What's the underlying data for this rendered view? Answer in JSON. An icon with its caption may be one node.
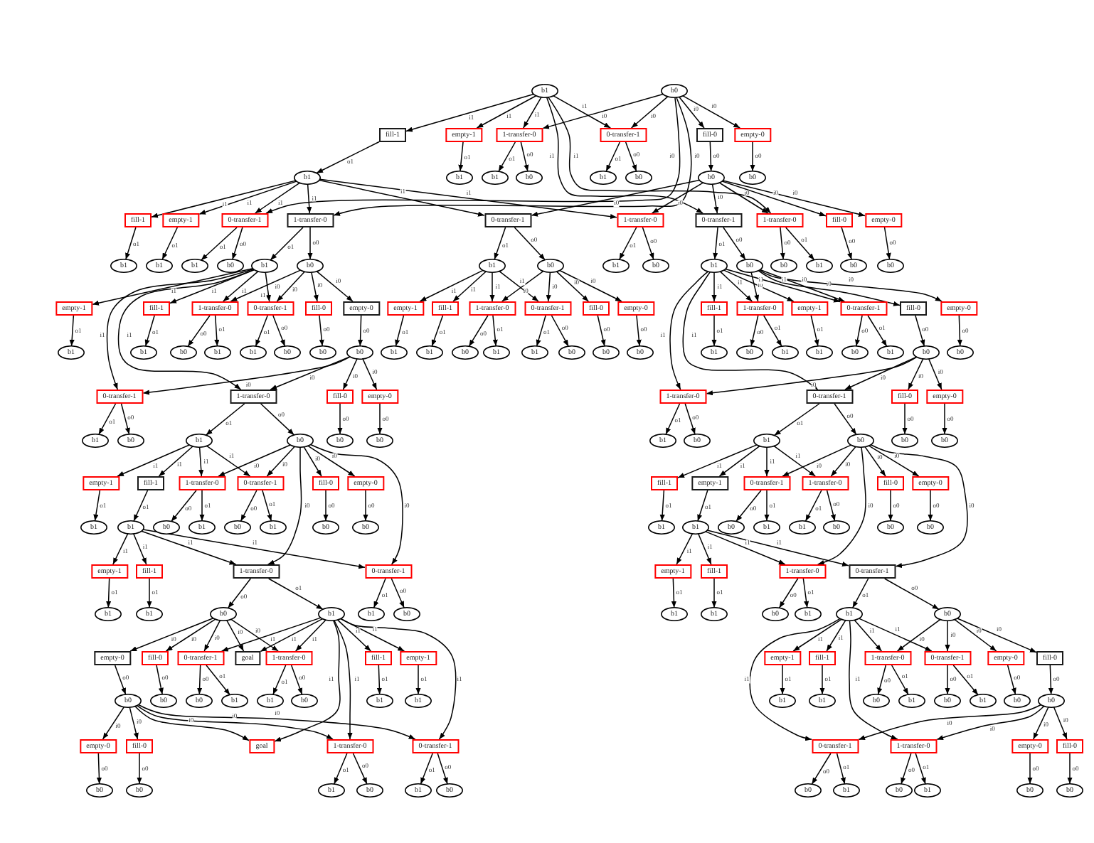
{
  "diagram": {
    "nodes": [
      {
        "text": [
          "b1"
        ]
      },
      {
        "text": [
          "b0"
        ]
      },
      {
        "text": [
          "fill-1"
        ]
      },
      {
        "text": [
          "empty-1"
        ]
      },
      {
        "text": [
          "1-transfer-0"
        ]
      },
      {
        "text": [
          "0-transfer-1"
        ]
      },
      {
        "text": [
          "fill-0"
        ]
      },
      {
        "text": [
          "empty-0"
        ]
      },
      {
        "text": [
          "b1"
        ]
      },
      {
        "text": [
          "b1"
        ]
      },
      {
        "text": [
          "b1"
        ]
      },
      {
        "text": [
          "b0"
        ]
      },
      {
        "text": [
          "b1"
        ]
      },
      {
        "text": [
          "b0"
        ]
      },
      {
        "text": [
          "b0"
        ]
      },
      {
        "text": [
          "b0"
        ]
      },
      {
        "text": [
          "fill-1"
        ]
      },
      {
        "text": [
          "empty-1"
        ]
      },
      {
        "text": [
          "0-transfer-1"
        ]
      },
      {
        "text": [
          "1-transfer-0"
        ]
      },
      {
        "text": [
          "0-transfer-1"
        ]
      },
      {
        "text": [
          "1-transfer-0"
        ]
      },
      {
        "text": [
          "0-transfer-1"
        ]
      },
      {
        "text": [
          "1-transfer-0"
        ]
      },
      {
        "text": [
          "fill-0"
        ]
      },
      {
        "text": [
          "empty-0"
        ]
      },
      {
        "text": [
          "b1"
        ]
      },
      {
        "text": [
          "b1"
        ]
      },
      {
        "text": [
          "b1"
        ]
      },
      {
        "text": [
          "b0"
        ]
      },
      {
        "text": [
          "b1"
        ]
      },
      {
        "text": [
          "b0"
        ]
      },
      {
        "text": [
          "b1"
        ]
      },
      {
        "text": [
          "b0"
        ]
      },
      {
        "text": [
          "b1"
        ]
      },
      {
        "text": [
          "b0"
        ]
      },
      {
        "text": [
          "b1"
        ]
      },
      {
        "text": [
          "b0"
        ]
      },
      {
        "text": [
          "b0"
        ]
      },
      {
        "text": [
          "b1"
        ]
      },
      {
        "text": [
          "b0"
        ]
      },
      {
        "text": [
          "b0"
        ]
      },
      {
        "text": [
          "empty-1"
        ]
      },
      {
        "text": [
          "fill-1"
        ]
      },
      {
        "text": [
          "1-transfer-0"
        ]
      },
      {
        "text": [
          "0-transfer-1"
        ]
      },
      {
        "text": [
          "fill-0"
        ]
      },
      {
        "text": [
          "empty-0"
        ]
      },
      {
        "text": [
          "empty-1"
        ]
      },
      {
        "text": [
          "fill-1"
        ]
      },
      {
        "text": [
          "1-transfer-0"
        ]
      },
      {
        "text": [
          "0-transfer-1"
        ]
      },
      {
        "text": [
          "fill-0"
        ]
      },
      {
        "text": [
          "empty-0"
        ]
      },
      {
        "text": [
          "fill-1"
        ]
      },
      {
        "text": [
          "1-transfer-0"
        ]
      },
      {
        "text": [
          "empty-1"
        ]
      },
      {
        "text": [
          "0-transfer-1"
        ]
      },
      {
        "text": [
          "fill-0"
        ]
      },
      {
        "text": [
          "empty-0"
        ]
      },
      {
        "text": [
          "b1"
        ]
      },
      {
        "text": [
          "b1"
        ]
      },
      {
        "text": [
          "b0"
        ]
      },
      {
        "text": [
          "b1"
        ]
      },
      {
        "text": [
          "b1"
        ]
      },
      {
        "text": [
          "b0"
        ]
      },
      {
        "text": [
          "b0"
        ]
      },
      {
        "text": [
          "b0"
        ]
      },
      {
        "text": [
          "b1"
        ]
      },
      {
        "text": [
          "b1"
        ]
      },
      {
        "text": [
          "b0"
        ]
      },
      {
        "text": [
          "b1"
        ]
      },
      {
        "text": [
          "b1"
        ]
      },
      {
        "text": [
          "b0"
        ]
      },
      {
        "text": [
          "b0"
        ]
      },
      {
        "text": [
          "b0"
        ]
      },
      {
        "text": [
          "b1"
        ]
      },
      {
        "text": [
          "b0"
        ]
      },
      {
        "text": [
          "b1"
        ]
      },
      {
        "text": [
          "b1"
        ]
      },
      {
        "text": [
          "b0"
        ]
      },
      {
        "text": [
          "b1"
        ]
      },
      {
        "text": [
          "b0"
        ]
      },
      {
        "text": [
          "b0"
        ]
      },
      {
        "text": [
          "0-transfer-1"
        ]
      },
      {
        "text": [
          "1-transfer-0"
        ]
      },
      {
        "text": [
          "fill-0"
        ]
      },
      {
        "text": [
          "empty-0"
        ]
      },
      {
        "text": [
          "1-transfer-0"
        ]
      },
      {
        "text": [
          "0-transfer-1"
        ]
      },
      {
        "text": [
          "fill-0"
        ]
      },
      {
        "text": [
          "empty-0"
        ]
      },
      {
        "text": [
          "b1"
        ]
      },
      {
        "text": [
          "b0"
        ]
      },
      {
        "text": [
          "b1"
        ]
      },
      {
        "text": [
          "b0"
        ]
      },
      {
        "text": [
          "b0"
        ]
      },
      {
        "text": [
          "b0"
        ]
      },
      {
        "text": [
          "b1"
        ]
      },
      {
        "text": [
          "b0"
        ]
      },
      {
        "text": [
          "b1"
        ]
      },
      {
        "text": [
          "b0"
        ]
      },
      {
        "text": [
          "b0"
        ]
      },
      {
        "text": [
          "b0"
        ]
      },
      {
        "text": [
          "empty-1"
        ]
      },
      {
        "text": [
          "fill-1"
        ]
      },
      {
        "text": [
          "1-transfer-0"
        ]
      },
      {
        "text": [
          "0-transfer-1"
        ]
      },
      {
        "text": [
          "fill-0"
        ]
      },
      {
        "text": [
          "empty-0"
        ]
      },
      {
        "text": [
          "fill-1"
        ]
      },
      {
        "text": [
          "empty-1"
        ]
      },
      {
        "text": [
          "0-transfer-1"
        ]
      },
      {
        "text": [
          "1-transfer-0"
        ]
      },
      {
        "text": [
          "fill-0"
        ]
      },
      {
        "text": [
          "empty-0"
        ]
      },
      {
        "text": [
          "b1"
        ]
      },
      {
        "text": [
          "b1"
        ]
      },
      {
        "text": [
          "b0"
        ]
      },
      {
        "text": [
          "b1"
        ]
      },
      {
        "text": [
          "b0"
        ]
      },
      {
        "text": [
          "b1"
        ]
      },
      {
        "text": [
          "b0"
        ]
      },
      {
        "text": [
          "b0"
        ]
      },
      {
        "text": [
          "b1"
        ]
      },
      {
        "text": [
          "b1"
        ]
      },
      {
        "text": [
          "b0"
        ]
      },
      {
        "text": [
          "b1"
        ]
      },
      {
        "text": [
          "b1"
        ]
      },
      {
        "text": [
          "b0"
        ]
      },
      {
        "text": [
          "b0"
        ]
      },
      {
        "text": [
          "b0"
        ]
      },
      {
        "text": [
          "empty-1"
        ]
      },
      {
        "text": [
          "fill-1"
        ]
      },
      {
        "text": [
          "1-transfer-0"
        ]
      },
      {
        "text": [
          "0-transfer-1"
        ]
      },
      {
        "text": [
          "empty-1"
        ]
      },
      {
        "text": [
          "fill-1"
        ]
      },
      {
        "text": [
          "1-transfer-0"
        ]
      },
      {
        "text": [
          "0-transfer-1"
        ]
      },
      {
        "text": [
          "b1"
        ]
      },
      {
        "text": [
          "b1"
        ]
      },
      {
        "text": [
          "b0"
        ]
      },
      {
        "text": [
          "b1"
        ]
      },
      {
        "text": [
          "b1"
        ]
      },
      {
        "text": [
          "b0"
        ]
      },
      {
        "text": [
          "b1"
        ]
      },
      {
        "text": [
          "b1"
        ]
      },
      {
        "text": [
          "b0"
        ]
      },
      {
        "text": [
          "b1"
        ]
      },
      {
        "text": [
          "b1"
        ]
      },
      {
        "text": [
          "b0"
        ]
      },
      {
        "text": [
          "empty-0"
        ]
      },
      {
        "text": [
          "fill-0"
        ]
      },
      {
        "text": [
          "0-transfer-1"
        ]
      },
      {
        "text": [
          "goal"
        ]
      },
      {
        "text": [
          "1-transfer-0"
        ]
      },
      {
        "text": [
          "fill-1"
        ]
      },
      {
        "text": [
          "empty-1"
        ]
      },
      {
        "text": [
          "empty-1"
        ]
      },
      {
        "text": [
          "fill-1"
        ]
      },
      {
        "text": [
          "1-transfer-0"
        ]
      },
      {
        "text": [
          "0-transfer-1"
        ]
      },
      {
        "text": [
          "empty-0"
        ]
      },
      {
        "text": [
          "fill-0"
        ]
      },
      {
        "text": [
          "b0"
        ]
      },
      {
        "text": [
          "b0"
        ]
      },
      {
        "text": [
          "b0"
        ]
      },
      {
        "text": [
          "b1"
        ]
      },
      {
        "text": [
          "b1"
        ]
      },
      {
        "text": [
          "b0"
        ]
      },
      {
        "text": [
          "b1"
        ]
      },
      {
        "text": [
          "b1"
        ]
      },
      {
        "text": [
          "b1"
        ]
      },
      {
        "text": [
          "b1"
        ]
      },
      {
        "text": [
          "b0"
        ]
      },
      {
        "text": [
          "b1"
        ]
      },
      {
        "text": [
          "b0"
        ]
      },
      {
        "text": [
          "b1"
        ]
      },
      {
        "text": [
          "b0"
        ]
      },
      {
        "text": [
          "b0"
        ]
      },
      {
        "text": [
          "empty-0"
        ]
      },
      {
        "text": [
          "fill-0"
        ]
      },
      {
        "text": [
          "goal"
        ]
      },
      {
        "text": [
          "1-transfer-0"
        ]
      },
      {
        "text": [
          "0-transfer-1"
        ]
      },
      {
        "text": [
          "0-transfer-1"
        ]
      },
      {
        "text": [
          "1-transfer-0"
        ]
      },
      {
        "text": [
          "empty-0"
        ]
      },
      {
        "text": [
          "fill-0"
        ]
      },
      {
        "text": [
          "b0"
        ]
      },
      {
        "text": [
          "b0"
        ]
      },
      {
        "text": [
          "b1"
        ]
      },
      {
        "text": [
          "b0"
        ]
      },
      {
        "text": [
          "b1"
        ]
      },
      {
        "text": [
          "b0"
        ]
      },
      {
        "text": [
          "b0"
        ]
      },
      {
        "text": [
          "b1"
        ]
      },
      {
        "text": [
          "b0"
        ]
      },
      {
        "text": [
          "b1"
        ]
      },
      {
        "text": [
          "b0"
        ]
      },
      {
        "text": [
          "b0"
        ]
      }
    ],
    "edges": [
      {
        "from": 0,
        "to": 2,
        "arrow": "to",
        "label": "i1"
      },
      {
        "from": 0,
        "to": 3,
        "arrow": "to",
        "label": "i1"
      },
      {
        "from": 0,
        "to": 4,
        "arrow": "to",
        "label": "i1"
      },
      {
        "from": 1,
        "to": 4,
        "arrow": "to",
        "label": "i0"
      },
      {
        "from": 0,
        "to": 5,
        "arrow": "to",
        "label": "i1"
      },
      {
        "from": 1,
        "to": 5,
        "arrow": "to",
        "label": "i0"
      },
      {
        "from": 1,
        "to": 6,
        "arrow": "to",
        "label": "i0"
      },
      {
        "from": 1,
        "to": 7,
        "arrow": "to",
        "label": "i0"
      },
      {
        "from": 2,
        "to": 8,
        "arrow": "to",
        "label": "o1"
      },
      {
        "from": 3,
        "to": 9,
        "arrow": "to",
        "label": "o1"
      },
      {
        "from": 4,
        "to": 10,
        "arrow": "to",
        "label": "o1"
      },
      {
        "from": 4,
        "to": 11,
        "arrow": "to",
        "label": "o0"
      },
      {
        "from": 5,
        "to": 12,
        "arrow": "to",
        "label": "o1"
      },
      {
        "from": 5,
        "to": 13,
        "arrow": "to",
        "label": "o0"
      },
      {
        "from": 6,
        "to": 14,
        "arrow": "to",
        "label": "o0"
      },
      {
        "from": 7,
        "to": 15,
        "arrow": "to",
        "label": "o0"
      },
      {
        "from": 8,
        "to": 16,
        "arrow": "to",
        "label": "i1"
      },
      {
        "from": 8,
        "to": 17,
        "arrow": "to",
        "label": "i1"
      },
      {
        "from": 8,
        "to": 18,
        "arrow": "to",
        "label": "i1"
      },
      {
        "from": 1,
        "to": 18,
        "arrow": "to",
        "label": "i0"
      },
      {
        "from": 8,
        "to": 19,
        "arrow": "to",
        "label": "i1"
      },
      {
        "from": 1,
        "to": 19,
        "arrow": "to",
        "label": "i0"
      },
      {
        "from": 8,
        "to": 20,
        "arrow": "to",
        "label": "i1"
      },
      {
        "from": 14,
        "to": 20,
        "arrow": "to",
        "label": "i0"
      },
      {
        "from": 8,
        "to": 21,
        "arrow": "to",
        "label": "i1"
      },
      {
        "from": 14,
        "to": 21,
        "arrow": "to",
        "label": "i0"
      },
      {
        "from": 14,
        "to": 22,
        "arrow": "to",
        "label": "i0"
      },
      {
        "from": 0,
        "to": 22,
        "arrow": "to",
        "label": "i1"
      },
      {
        "from": 14,
        "to": 23,
        "arrow": "to",
        "label": "i0"
      },
      {
        "from": 0,
        "to": 23,
        "arrow": "to",
        "label": "i1"
      },
      {
        "from": 14,
        "to": 24,
        "arrow": "to",
        "label": "i0"
      },
      {
        "from": 14,
        "to": 25,
        "arrow": "to",
        "label": "i0"
      },
      {
        "from": 16,
        "to": 26,
        "arrow": "to",
        "label": "o1"
      },
      {
        "from": 17,
        "to": 27,
        "arrow": "to",
        "label": "o1"
      },
      {
        "from": 18,
        "to": 28,
        "arrow": "to",
        "label": "o1"
      },
      {
        "from": 18,
        "to": 29,
        "arrow": "to",
        "label": "o0"
      },
      {
        "from": 19,
        "to": 30,
        "arrow": "to",
        "label": "o1"
      },
      {
        "from": 19,
        "to": 31,
        "arrow": "to",
        "label": "o0"
      },
      {
        "from": 20,
        "to": 32,
        "arrow": "to",
        "label": "o1"
      },
      {
        "from": 20,
        "to": 33,
        "arrow": "to",
        "label": "o0"
      },
      {
        "from": 21,
        "to": 34,
        "arrow": "to",
        "label": "o1"
      },
      {
        "from": 21,
        "to": 35,
        "arrow": "to",
        "label": "o0"
      },
      {
        "from": 22,
        "to": 36,
        "arrow": "to",
        "label": "o1"
      },
      {
        "from": 22,
        "to": 37,
        "arrow": "to",
        "label": "o0"
      },
      {
        "from": 23,
        "to": 38,
        "arrow": "to",
        "label": "o0"
      },
      {
        "from": 23,
        "to": 39,
        "arrow": "to",
        "label": "o1"
      },
      {
        "from": 24,
        "to": 40,
        "arrow": "to",
        "label": "o0"
      },
      {
        "from": 25,
        "to": 41,
        "arrow": "to",
        "label": "o0"
      },
      {
        "from": 30,
        "to": 42,
        "arrow": "to",
        "label": "i1"
      },
      {
        "from": 30,
        "to": 43,
        "arrow": "to",
        "label": "i1"
      },
      {
        "from": 30,
        "to": 44,
        "arrow": "to",
        "label": "i1"
      },
      {
        "from": 31,
        "to": 44,
        "arrow": "to",
        "label": "i0"
      },
      {
        "from": 30,
        "to": 45,
        "arrow": "to",
        "label": "i1"
      },
      {
        "from": 31,
        "to": 45,
        "arrow": "to",
        "label": "i0"
      },
      {
        "from": 31,
        "to": 46,
        "arrow": "to",
        "label": "i0"
      },
      {
        "from": 31,
        "to": 47,
        "arrow": "to",
        "label": "i0"
      },
      {
        "from": 32,
        "to": 48,
        "arrow": "to",
        "label": "i1"
      },
      {
        "from": 32,
        "to": 49,
        "arrow": "to",
        "label": "i1"
      },
      {
        "from": 32,
        "to": 50,
        "arrow": "to",
        "label": "i1"
      },
      {
        "from": 33,
        "to": 50,
        "arrow": "to",
        "label": "i0"
      },
      {
        "from": 32,
        "to": 51,
        "arrow": "to",
        "label": "i1"
      },
      {
        "from": 33,
        "to": 51,
        "arrow": "to",
        "label": "i0"
      },
      {
        "from": 33,
        "to": 52,
        "arrow": "to",
        "label": "i0"
      },
      {
        "from": 33,
        "to": 53,
        "arrow": "to",
        "label": "i0"
      },
      {
        "from": 36,
        "to": 54,
        "arrow": "to",
        "label": "i1"
      },
      {
        "from": 36,
        "to": 55,
        "arrow": "to",
        "label": "i1"
      },
      {
        "from": 37,
        "to": 55,
        "arrow": "to",
        "label": "i0"
      },
      {
        "from": 36,
        "to": 56,
        "arrow": "to",
        "label": "i1"
      },
      {
        "from": 36,
        "to": 57,
        "arrow": "to",
        "label": "i1"
      },
      {
        "from": 37,
        "to": 57,
        "arrow": "to",
        "label": "i0"
      },
      {
        "from": 37,
        "to": 58,
        "arrow": "to",
        "label": "i0"
      },
      {
        "from": 37,
        "to": 59,
        "arrow": "to",
        "label": "i0"
      },
      {
        "from": 42,
        "to": 60,
        "arrow": "to",
        "label": "o1"
      },
      {
        "from": 43,
        "to": 61,
        "arrow": "to",
        "label": "o1"
      },
      {
        "from": 44,
        "to": 62,
        "arrow": "to",
        "label": "o0"
      },
      {
        "from": 44,
        "to": 63,
        "arrow": "to",
        "label": "o1"
      },
      {
        "from": 45,
        "to": 64,
        "arrow": "to",
        "label": "o1"
      },
      {
        "from": 45,
        "to": 65,
        "arrow": "to",
        "label": "o0"
      },
      {
        "from": 46,
        "to": 66,
        "arrow": "to",
        "label": "o0"
      },
      {
        "from": 47,
        "to": 67,
        "arrow": "to",
        "label": "o0"
      },
      {
        "from": 48,
        "to": 68,
        "arrow": "to",
        "label": "o1"
      },
      {
        "from": 49,
        "to": 69,
        "arrow": "to",
        "label": "o1"
      },
      {
        "from": 50,
        "to": 70,
        "arrow": "to",
        "label": "o0"
      },
      {
        "from": 50,
        "to": 71,
        "arrow": "to",
        "label": "o1"
      },
      {
        "from": 51,
        "to": 72,
        "arrow": "to",
        "label": "o1"
      },
      {
        "from": 51,
        "to": 73,
        "arrow": "to",
        "label": "o0"
      },
      {
        "from": 52,
        "to": 74,
        "arrow": "to",
        "label": "o0"
      },
      {
        "from": 53,
        "to": 75,
        "arrow": "to",
        "label": "o0"
      },
      {
        "from": 54,
        "to": 76,
        "arrow": "to",
        "label": "o1"
      },
      {
        "from": 55,
        "to": 77,
        "arrow": "to",
        "label": "o0"
      },
      {
        "from": 55,
        "to": 78,
        "arrow": "to",
        "label": "o1"
      },
      {
        "from": 56,
        "to": 79,
        "arrow": "to",
        "label": "o1"
      },
      {
        "from": 57,
        "to": 80,
        "arrow": "to",
        "label": "o0"
      },
      {
        "from": 57,
        "to": 81,
        "arrow": "to",
        "label": "o1"
      },
      {
        "from": 58,
        "to": 82,
        "arrow": "to",
        "label": "o0"
      },
      {
        "from": 59,
        "to": 83,
        "arrow": "to",
        "label": "o0"
      },
      {
        "from": 30,
        "to": 84,
        "arrow": "to",
        "label": "i1"
      },
      {
        "from": 67,
        "to": 84,
        "arrow": "to",
        "label": "i0"
      },
      {
        "from": 30,
        "to": 85,
        "arrow": "to",
        "label": "i1"
      },
      {
        "from": 67,
        "to": 85,
        "arrow": "to",
        "label": "i0"
      },
      {
        "from": 67,
        "to": 86,
        "arrow": "to",
        "label": "i0"
      },
      {
        "from": 67,
        "to": 87,
        "arrow": "to",
        "label": "i0"
      },
      {
        "from": 36,
        "to": 88,
        "arrow": "to",
        "label": "i1"
      },
      {
        "from": 82,
        "to": 88,
        "arrow": "to",
        "label": "i0"
      },
      {
        "from": 36,
        "to": 89,
        "arrow": "to",
        "label": "i1"
      },
      {
        "from": 82,
        "to": 89,
        "arrow": "to",
        "label": "i0"
      },
      {
        "from": 82,
        "to": 90,
        "arrow": "to",
        "label": "i0"
      },
      {
        "from": 82,
        "to": 91,
        "arrow": "to",
        "label": "i0"
      },
      {
        "from": 84,
        "to": 92,
        "arrow": "to",
        "label": "o1"
      },
      {
        "from": 84,
        "to": 93,
        "arrow": "to",
        "label": "o0"
      },
      {
        "from": 85,
        "to": 94,
        "arrow": "to",
        "label": "o1"
      },
      {
        "from": 85,
        "to": 95,
        "arrow": "to",
        "label": "o0"
      },
      {
        "from": 86,
        "to": 96,
        "arrow": "to",
        "label": "o0"
      },
      {
        "from": 87,
        "to": 97,
        "arrow": "to",
        "label": "o0"
      },
      {
        "from": 88,
        "to": 98,
        "arrow": "to",
        "label": "o1"
      },
      {
        "from": 88,
        "to": 99,
        "arrow": "to",
        "label": "o0"
      },
      {
        "from": 89,
        "to": 100,
        "arrow": "to",
        "label": "o1"
      },
      {
        "from": 89,
        "to": 101,
        "arrow": "to",
        "label": "o0"
      },
      {
        "from": 90,
        "to": 102,
        "arrow": "to",
        "label": "o0"
      },
      {
        "from": 91,
        "to": 103,
        "arrow": "to",
        "label": "o0"
      },
      {
        "from": 94,
        "to": 104,
        "arrow": "to",
        "label": "i1"
      },
      {
        "from": 94,
        "to": 105,
        "arrow": "to",
        "label": "i1"
      },
      {
        "from": 94,
        "to": 106,
        "arrow": "to",
        "label": "i1"
      },
      {
        "from": 95,
        "to": 106,
        "arrow": "to",
        "label": "i0"
      },
      {
        "from": 94,
        "to": 107,
        "arrow": "to",
        "label": "i1"
      },
      {
        "from": 95,
        "to": 107,
        "arrow": "to",
        "label": "i0"
      },
      {
        "from": 95,
        "to": 108,
        "arrow": "to",
        "label": "i0"
      },
      {
        "from": 95,
        "to": 109,
        "arrow": "to",
        "label": "i0"
      },
      {
        "from": 100,
        "to": 110,
        "arrow": "to",
        "label": "i1"
      },
      {
        "from": 100,
        "to": 111,
        "arrow": "to",
        "label": "i1"
      },
      {
        "from": 100,
        "to": 112,
        "arrow": "to",
        "label": "i1"
      },
      {
        "from": 101,
        "to": 112,
        "arrow": "to",
        "label": "i0"
      },
      {
        "from": 100,
        "to": 113,
        "arrow": "to",
        "label": "i1"
      },
      {
        "from": 101,
        "to": 113,
        "arrow": "to",
        "label": "i0"
      },
      {
        "from": 101,
        "to": 114,
        "arrow": "to",
        "label": "i0"
      },
      {
        "from": 101,
        "to": 115,
        "arrow": "to",
        "label": "i0"
      },
      {
        "from": 104,
        "to": 116,
        "arrow": "to",
        "label": "o1"
      },
      {
        "from": 105,
        "to": 117,
        "arrow": "to",
        "label": "o1"
      },
      {
        "from": 106,
        "to": 118,
        "arrow": "to",
        "label": "o0"
      },
      {
        "from": 106,
        "to": 119,
        "arrow": "to",
        "label": "o1"
      },
      {
        "from": 107,
        "to": 120,
        "arrow": "to",
        "label": "o0"
      },
      {
        "from": 107,
        "to": 121,
        "arrow": "to",
        "label": "o1"
      },
      {
        "from": 108,
        "to": 122,
        "arrow": "to",
        "label": "o0"
      },
      {
        "from": 109,
        "to": 123,
        "arrow": "to",
        "label": "o0"
      },
      {
        "from": 110,
        "to": 124,
        "arrow": "to",
        "label": "o1"
      },
      {
        "from": 111,
        "to": 125,
        "arrow": "to",
        "label": "o1"
      },
      {
        "from": 112,
        "to": 126,
        "arrow": "to",
        "label": "o0"
      },
      {
        "from": 112,
        "to": 127,
        "arrow": "to",
        "label": "o1"
      },
      {
        "from": 113,
        "to": 128,
        "arrow": "to",
        "label": "o1"
      },
      {
        "from": 113,
        "to": 129,
        "arrow": "to",
        "label": "o0"
      },
      {
        "from": 114,
        "to": 130,
        "arrow": "to",
        "label": "o0"
      },
      {
        "from": 115,
        "to": 131,
        "arrow": "to",
        "label": "o0"
      },
      {
        "from": 117,
        "to": 132,
        "arrow": "to",
        "label": "i1"
      },
      {
        "from": 117,
        "to": 133,
        "arrow": "to",
        "label": "i1"
      },
      {
        "from": 117,
        "to": 134,
        "arrow": "to",
        "label": "i1"
      },
      {
        "from": 95,
        "to": 134,
        "arrow": "to",
        "label": "i0"
      },
      {
        "from": 117,
        "to": 135,
        "arrow": "to",
        "label": "i1"
      },
      {
        "from": 95,
        "to": 135,
        "arrow": "to",
        "label": "i0"
      },
      {
        "from": 125,
        "to": 136,
        "arrow": "to",
        "label": "i1"
      },
      {
        "from": 125,
        "to": 137,
        "arrow": "to",
        "label": "i1"
      },
      {
        "from": 125,
        "to": 138,
        "arrow": "to",
        "label": "i1"
      },
      {
        "from": 101,
        "to": 138,
        "arrow": "to",
        "label": "i0"
      },
      {
        "from": 125,
        "to": 139,
        "arrow": "to",
        "label": "i1"
      },
      {
        "from": 101,
        "to": 139,
        "arrow": "to",
        "label": "i0"
      },
      {
        "from": 132,
        "to": 140,
        "arrow": "to",
        "label": "o1"
      },
      {
        "from": 133,
        "to": 141,
        "arrow": "to",
        "label": "o1"
      },
      {
        "from": 134,
        "to": 142,
        "arrow": "to",
        "label": "o0"
      },
      {
        "from": 134,
        "to": 143,
        "arrow": "to",
        "label": "o1"
      },
      {
        "from": 135,
        "to": 144,
        "arrow": "to",
        "label": "o1"
      },
      {
        "from": 135,
        "to": 145,
        "arrow": "to",
        "label": "o0"
      },
      {
        "from": 136,
        "to": 146,
        "arrow": "to",
        "label": "o1"
      },
      {
        "from": 137,
        "to": 147,
        "arrow": "to",
        "label": "o1"
      },
      {
        "from": 138,
        "to": 148,
        "arrow": "to",
        "label": "o0"
      },
      {
        "from": 138,
        "to": 149,
        "arrow": "to",
        "label": "o1"
      },
      {
        "from": 139,
        "to": 150,
        "arrow": "to",
        "label": "o1"
      },
      {
        "from": 139,
        "to": 151,
        "arrow": "to",
        "label": "o0"
      },
      {
        "from": 142,
        "to": 152,
        "arrow": "to",
        "label": "i0"
      },
      {
        "from": 142,
        "to": 153,
        "arrow": "to",
        "label": "i0"
      },
      {
        "from": 142,
        "to": 154,
        "arrow": "to",
        "label": "i0"
      },
      {
        "from": 143,
        "to": 154,
        "arrow": "to",
        "label": "i1"
      },
      {
        "from": 142,
        "to": 155,
        "arrow": "to",
        "label": "i0"
      },
      {
        "from": 143,
        "to": 155,
        "arrow": "to",
        "label": "i1"
      },
      {
        "from": 142,
        "to": 156,
        "arrow": "to",
        "label": "i0"
      },
      {
        "from": 143,
        "to": 156,
        "arrow": "to",
        "label": "i1"
      },
      {
        "from": 143,
        "to": 157,
        "arrow": "to",
        "label": "i1"
      },
      {
        "from": 143,
        "to": 158,
        "arrow": "to",
        "label": "i1"
      },
      {
        "from": 150,
        "to": 159,
        "arrow": "to",
        "label": "i1"
      },
      {
        "from": 150,
        "to": 160,
        "arrow": "to",
        "label": "i1"
      },
      {
        "from": 150,
        "to": 161,
        "arrow": "to",
        "label": "i1"
      },
      {
        "from": 151,
        "to": 161,
        "arrow": "to",
        "label": "i0"
      },
      {
        "from": 150,
        "to": 162,
        "arrow": "to",
        "label": "i1"
      },
      {
        "from": 151,
        "to": 162,
        "arrow": "to",
        "label": "i0"
      },
      {
        "from": 151,
        "to": 163,
        "arrow": "to",
        "label": "i0"
      },
      {
        "from": 151,
        "to": 164,
        "arrow": "to",
        "label": "i0"
      },
      {
        "from": 152,
        "to": 165,
        "arrow": "to",
        "label": "o0"
      },
      {
        "from": 153,
        "to": 166,
        "arrow": "to",
        "label": "o0"
      },
      {
        "from": 154,
        "to": 167,
        "arrow": "to",
        "label": "o0"
      },
      {
        "from": 154,
        "to": 168,
        "arrow": "to",
        "label": "o1"
      },
      {
        "from": 156,
        "to": 169,
        "arrow": "to",
        "label": "o1"
      },
      {
        "from": 156,
        "to": 170,
        "arrow": "to",
        "label": "o0"
      },
      {
        "from": 157,
        "to": 171,
        "arrow": "to",
        "label": "o1"
      },
      {
        "from": 158,
        "to": 172,
        "arrow": "to",
        "label": "o1"
      },
      {
        "from": 159,
        "to": 173,
        "arrow": "to",
        "label": "o1"
      },
      {
        "from": 160,
        "to": 174,
        "arrow": "to",
        "label": "o1"
      },
      {
        "from": 161,
        "to": 175,
        "arrow": "to",
        "label": "o0"
      },
      {
        "from": 161,
        "to": 176,
        "arrow": "to",
        "label": "o1"
      },
      {
        "from": 162,
        "to": 177,
        "arrow": "to",
        "label": "o0"
      },
      {
        "from": 162,
        "to": 178,
        "arrow": "to",
        "label": "o1"
      },
      {
        "from": 163,
        "to": 179,
        "arrow": "to",
        "label": "o0"
      },
      {
        "from": 164,
        "to": 180,
        "arrow": "to",
        "label": "o0"
      },
      {
        "from": 165,
        "to": 181,
        "arrow": "to",
        "label": "i0"
      },
      {
        "from": 165,
        "to": 182,
        "arrow": "to",
        "label": "i0"
      },
      {
        "from": 165,
        "to": 183,
        "arrow": "to",
        "label": "i0"
      },
      {
        "from": 143,
        "to": 183,
        "arrow": "to",
        "label": "i1"
      },
      {
        "from": 165,
        "to": 184,
        "arrow": "to",
        "label": "i0"
      },
      {
        "from": 143,
        "to": 184,
        "arrow": "to",
        "label": "i1"
      },
      {
        "from": 165,
        "to": 185,
        "arrow": "to",
        "label": "i0"
      },
      {
        "from": 143,
        "to": 185,
        "arrow": "to",
        "label": "i1"
      },
      {
        "from": 150,
        "to": 186,
        "arrow": "to",
        "label": "i1"
      },
      {
        "from": 180,
        "to": 186,
        "arrow": "to",
        "label": "i0"
      },
      {
        "from": 150,
        "to": 187,
        "arrow": "to",
        "label": "i1"
      },
      {
        "from": 180,
        "to": 187,
        "arrow": "to",
        "label": "i0"
      },
      {
        "from": 180,
        "to": 188,
        "arrow": "to",
        "label": "i0"
      },
      {
        "from": 180,
        "to": 189,
        "arrow": "to",
        "label": "i0"
      },
      {
        "from": 181,
        "to": 190,
        "arrow": "to",
        "label": "o0"
      },
      {
        "from": 182,
        "to": 191,
        "arrow": "to",
        "label": "o0"
      },
      {
        "from": 184,
        "to": 192,
        "arrow": "to",
        "label": "o1"
      },
      {
        "from": 184,
        "to": 193,
        "arrow": "to",
        "label": "o0"
      },
      {
        "from": 185,
        "to": 194,
        "arrow": "to",
        "label": "o1"
      },
      {
        "from": 185,
        "to": 195,
        "arrow": "to",
        "label": "o0"
      },
      {
        "from": 186,
        "to": 196,
        "arrow": "to",
        "label": "o0"
      },
      {
        "from": 186,
        "to": 197,
        "arrow": "to",
        "label": "o1"
      },
      {
        "from": 187,
        "to": 198,
        "arrow": "to",
        "label": "o0"
      },
      {
        "from": 187,
        "to": 199,
        "arrow": "to",
        "label": "o1"
      },
      {
        "from": 188,
        "to": 200,
        "arrow": "to",
        "label": "o0"
      },
      {
        "from": 189,
        "to": 201,
        "arrow": "to",
        "label": "o0"
      }
    ]
  }
}
